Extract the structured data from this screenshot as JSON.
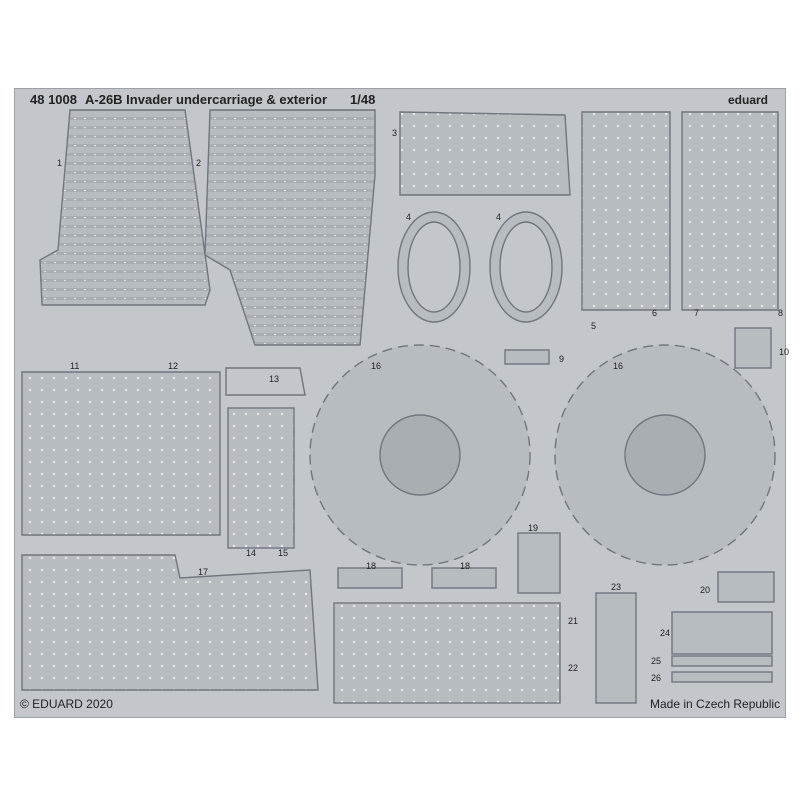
{
  "header": {
    "code": "48 1008",
    "title": "A-26B Invader undercarriage & exterior",
    "scale": "1/48",
    "brand": "eduard"
  },
  "part_numbers": [
    "1",
    "2",
    "3",
    "4",
    "4",
    "5",
    "6",
    "7",
    "8",
    "9",
    "10",
    "11",
    "12",
    "13",
    "14",
    "15",
    "16",
    "16",
    "17",
    "18",
    "18",
    "19",
    "20",
    "21",
    "22",
    "23",
    "24",
    "25",
    "26"
  ],
  "footer": {
    "copyright": "© EDUARD 2020",
    "origin": "Made in Czech Republic"
  },
  "colors": {
    "fret": "#c3c7cb",
    "part": "#b4b9be",
    "outline": "#6f767d",
    "text": "#222222"
  }
}
